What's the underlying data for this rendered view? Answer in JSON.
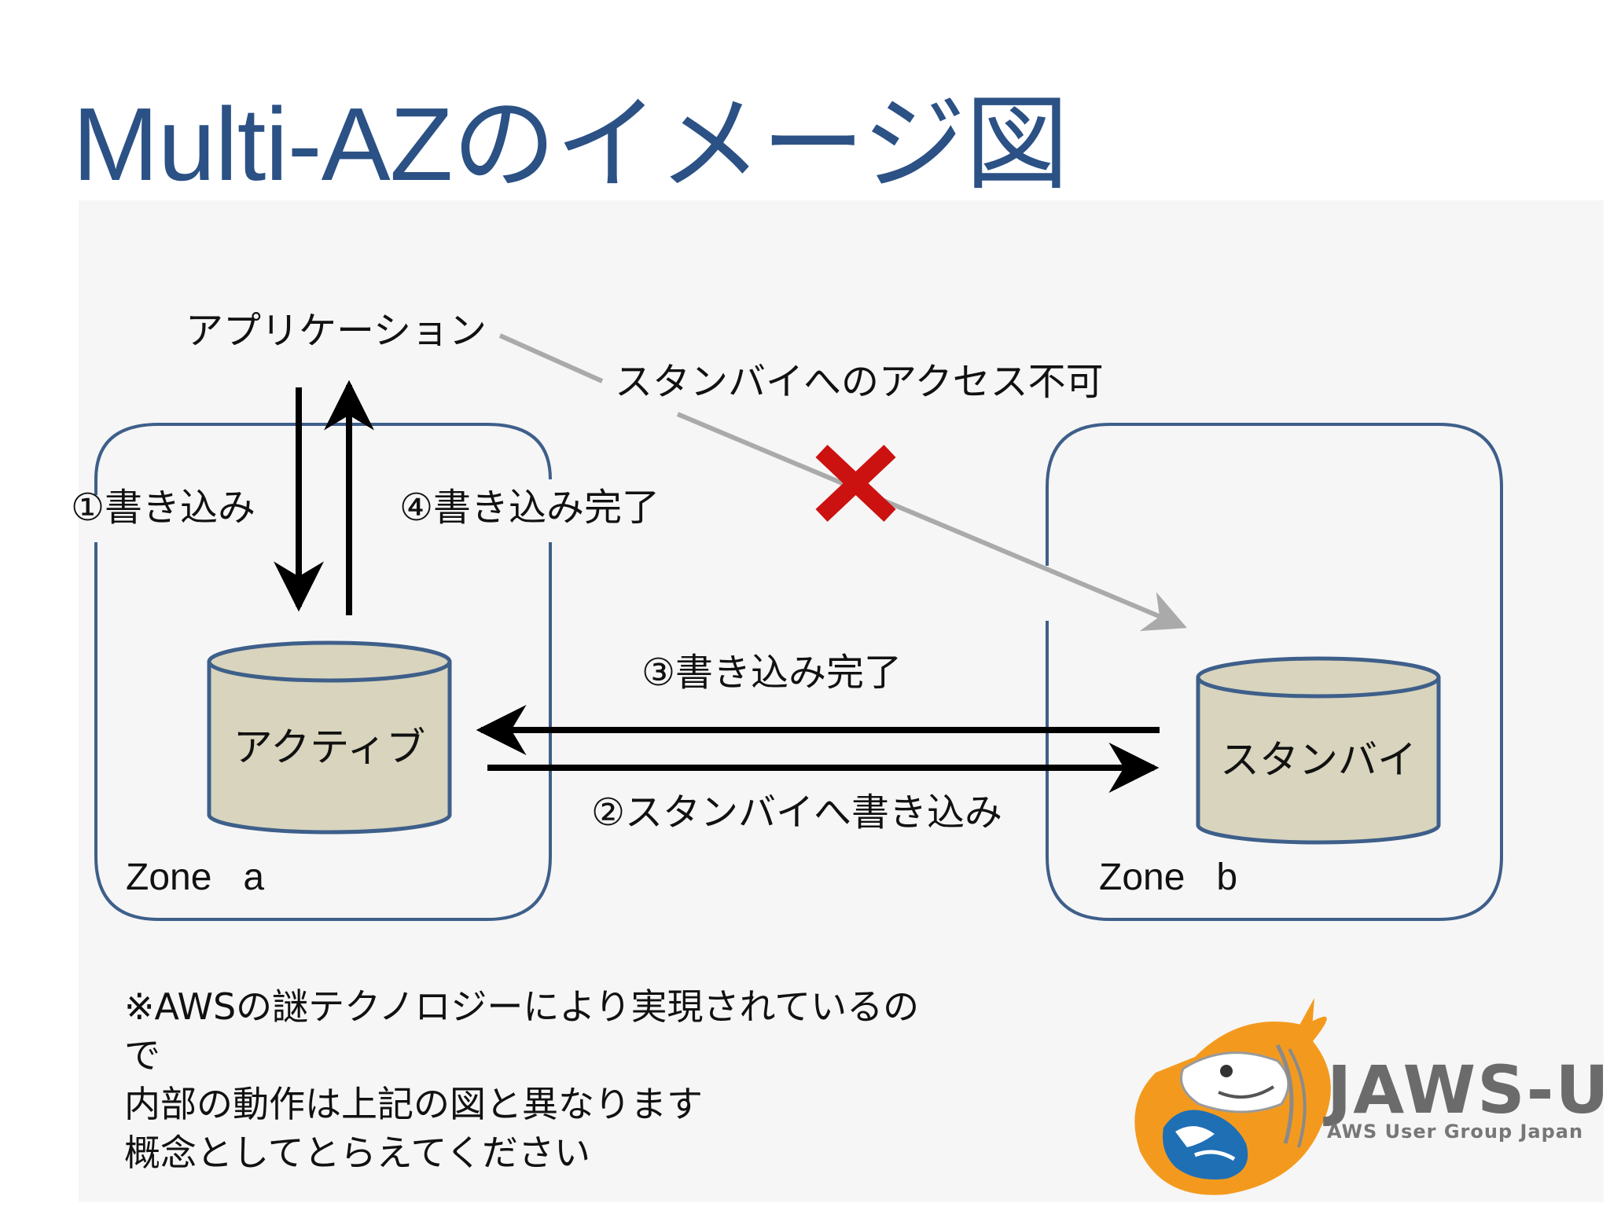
{
  "title": "Multi-AZのイメージ図",
  "diagram": {
    "application_label": "アプリケーション",
    "no_access_label": "スタンバイへのアクセス不可",
    "step1_label": "①書き込み",
    "step4_label": "④書き込み完了",
    "step3_label": "③書き込み完了",
    "step2_label": "②スタンバイへ書き込み",
    "active_db_label": "アクティブ",
    "standby_db_label": "スタンバイ",
    "zone_a_label": "Zone   a",
    "zone_b_label": "Zone   b"
  },
  "note": {
    "line1": "※AWSの謎テクノロジーにより実現されているの",
    "line2": "で",
    "line3": "内部の動作は上記の図と異なります",
    "line4": "概念としてとらえてください"
  },
  "logo": {
    "name": "JAWS-UG",
    "subtitle": "AWS User Group Japan",
    "icon": "shark-mascot-icon"
  },
  "colors": {
    "title": "#2b5185",
    "zone_border": "#3e5f8a",
    "db_fill": "#d8d4bd",
    "db_stroke": "#3e5f8a",
    "blocked_arrow": "#aaaaaa",
    "cross": "#cc1111",
    "logo_orange": "#f39a1e"
  }
}
